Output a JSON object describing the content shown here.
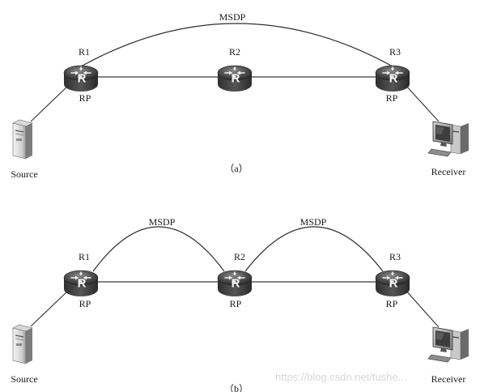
{
  "panel_a": {
    "routers": [
      {
        "name": "R1",
        "role": "RP"
      },
      {
        "name": "R2",
        "role": ""
      },
      {
        "name": "R3",
        "role": "RP"
      }
    ],
    "msdp_label": "MSDP",
    "source_label": "Source",
    "receiver_label": "Receiver",
    "caption": "（a）"
  },
  "panel_b": {
    "routers": [
      {
        "name": "R1",
        "role": "RP"
      },
      {
        "name": "R2",
        "role": "RP"
      },
      {
        "name": "R3",
        "role": "RP"
      }
    ],
    "msdp_left_label": "MSDP",
    "msdp_right_label": "MSDP",
    "source_label": "Source",
    "receiver_label": "Receiver",
    "caption": "（b）"
  },
  "router_glyph": "R",
  "watermark": "https://blog.csdn.net/tushe..."
}
